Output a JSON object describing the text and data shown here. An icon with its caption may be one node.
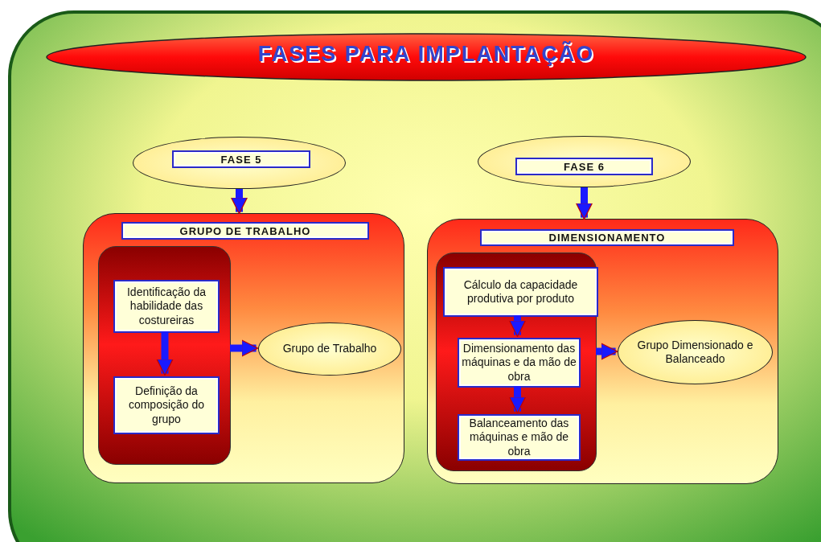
{
  "diagram": {
    "title": "FASES PARA IMPLANTAÇÃO",
    "nodes": [
      {
        "text": [
          "FASE 5"
        ]
      },
      {
        "text": [
          "GRUPO DE TRABALHO"
        ]
      },
      {
        "text": [],
        "shape": "box",
        "in": 1
      },
      {
        "text": [
          "Identificação da habilidade das costureiras"
        ],
        "in": 2
      },
      {
        "text": [
          "Definição da composição do grupo"
        ],
        "in": 2
      },
      {
        "text": [
          "Grupo de Trabalho"
        ],
        "in": 1
      },
      {
        "text": [
          "FASE 6"
        ]
      },
      {
        "text": [
          "DIMENSIONAMENTO"
        ]
      },
      {
        "text": [],
        "shape": "box",
        "in": 7
      },
      {
        "text": [
          "Cálculo da capacidade produtiva por produto"
        ],
        "in": 8
      },
      {
        "text": [
          "Dimensionamento das máquinas e da mão de obra"
        ],
        "in": 8
      },
      {
        "text": [
          "Balanceamento das máquinas e mão de obra"
        ],
        "in": 8
      },
      {
        "text": [
          "Grupo Dimensionado e Balanceado"
        ],
        "in": 7
      }
    ],
    "edges": [
      {
        "from": 0,
        "to": 1,
        "arrow": "to"
      },
      {
        "from": 3,
        "to": 4,
        "arrow": "to"
      },
      {
        "from": 2,
        "to": 5,
        "arrow": "to"
      },
      {
        "from": 6,
        "to": 7,
        "arrow": "to"
      },
      {
        "from": 9,
        "to": 10,
        "arrow": "to"
      },
      {
        "from": 10,
        "to": 11,
        "arrow": "to"
      },
      {
        "from": 8,
        "to": 12,
        "arrow": "to"
      }
    ]
  }
}
